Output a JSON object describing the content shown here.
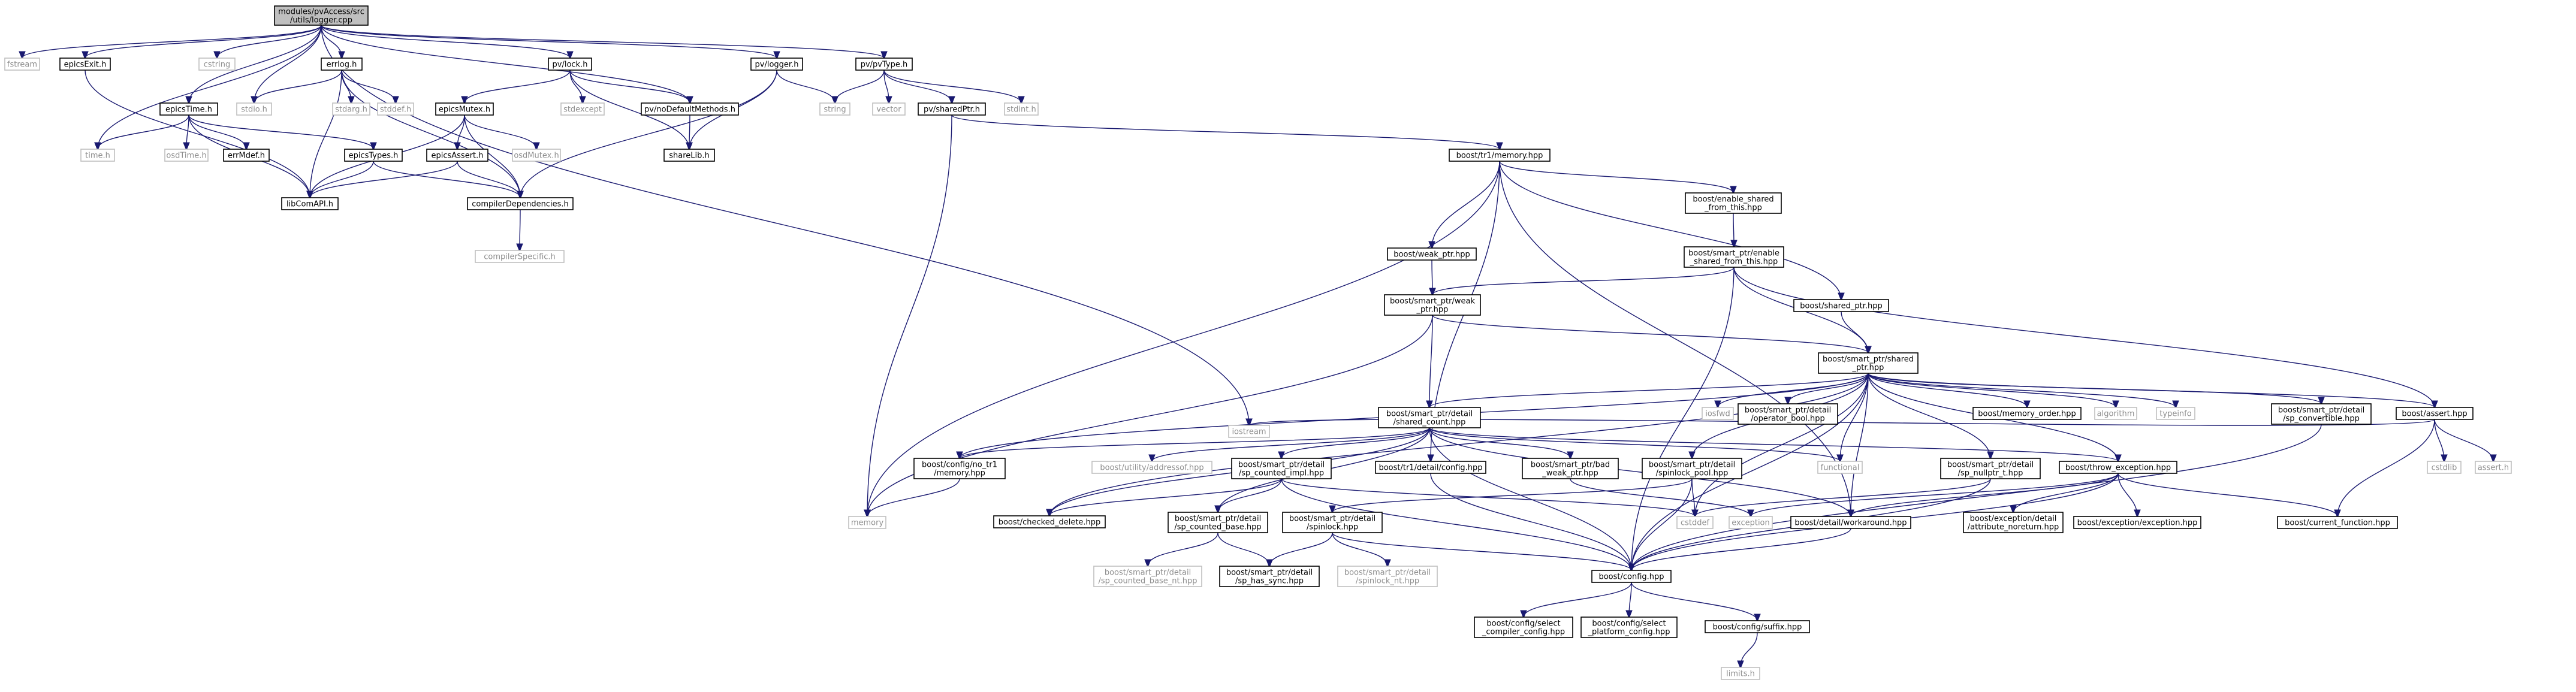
{
  "title_lines": [
    "modules/pvAccess/src",
    "/utils/logger.cpp"
  ],
  "colors": {
    "edge": "#191970",
    "node_border": "#000000",
    "system_border": "#bfbfbf",
    "root_fill": "#bfbfbf",
    "node_fill": "#ffffff",
    "text": "#000000",
    "system_text": "#8f8f8f"
  },
  "nodes": [
    {
      "id": "root",
      "lines": [
        "modules/pvAccess/src",
        "/utils/logger.cpp"
      ],
      "style": "root"
    },
    {
      "id": "fstream",
      "lines": [
        "fstream"
      ],
      "style": "system"
    },
    {
      "id": "epicsExit",
      "lines": [
        "epicsExit.h"
      ],
      "style": "normal"
    },
    {
      "id": "cstring",
      "lines": [
        "cstring"
      ],
      "style": "system"
    },
    {
      "id": "epicsTime",
      "lines": [
        "epicsTime.h"
      ],
      "style": "normal"
    },
    {
      "id": "stdio",
      "lines": [
        "stdio.h"
      ],
      "style": "system"
    },
    {
      "id": "errlog",
      "lines": [
        "errlog.h"
      ],
      "style": "normal"
    },
    {
      "id": "pvlock",
      "lines": [
        "pv/lock.h"
      ],
      "style": "normal"
    },
    {
      "id": "pvlogger",
      "lines": [
        "pv/logger.h"
      ],
      "style": "normal"
    },
    {
      "id": "pvType",
      "lines": [
        "pv/pvType.h"
      ],
      "style": "normal"
    },
    {
      "id": "iostream",
      "lines": [
        "iostream"
      ],
      "style": "system"
    },
    {
      "id": "timeh",
      "lines": [
        "time.h"
      ],
      "style": "system"
    },
    {
      "id": "osdTime",
      "lines": [
        "osdTime.h"
      ],
      "style": "system"
    },
    {
      "id": "errMdef",
      "lines": [
        "errMdef.h"
      ],
      "style": "normal"
    },
    {
      "id": "epicsTypes",
      "lines": [
        "epicsTypes.h"
      ],
      "style": "normal"
    },
    {
      "id": "libComAPI",
      "lines": [
        "libComAPI.h"
      ],
      "style": "normal"
    },
    {
      "id": "stdarg",
      "lines": [
        "stdarg.h"
      ],
      "style": "system"
    },
    {
      "id": "stddef",
      "lines": [
        "stddef.h"
      ],
      "style": "system"
    },
    {
      "id": "compilerDependencies",
      "lines": [
        "compilerDependencies.h"
      ],
      "style": "normal"
    },
    {
      "id": "compilerSpecific",
      "lines": [
        "compilerSpecific.h"
      ],
      "style": "system"
    },
    {
      "id": "epicsMutex",
      "lines": [
        "epicsMutex.h"
      ],
      "style": "normal"
    },
    {
      "id": "epicsAssert",
      "lines": [
        "epicsAssert.h"
      ],
      "style": "normal"
    },
    {
      "id": "osdMutex",
      "lines": [
        "osdMutex.h"
      ],
      "style": "system"
    },
    {
      "id": "stdexcept",
      "lines": [
        "stdexcept"
      ],
      "style": "system"
    },
    {
      "id": "pvDefaultMethods",
      "lines": [
        "pv/noDefaultMethods.h"
      ],
      "style": "normal"
    },
    {
      "id": "sharelib",
      "lines": [
        "shareLib.h"
      ],
      "style": "normal"
    },
    {
      "id": "string",
      "lines": [
        "string"
      ],
      "style": "system"
    },
    {
      "id": "vector",
      "lines": [
        "vector"
      ],
      "style": "system"
    },
    {
      "id": "sharedPtr",
      "lines": [
        "pv/sharedPtr.h"
      ],
      "style": "normal"
    },
    {
      "id": "stdint",
      "lines": [
        "stdint.h"
      ],
      "style": "system"
    },
    {
      "id": "memory",
      "lines": [
        "memory"
      ],
      "style": "system"
    },
    {
      "id": "tr1memory",
      "lines": [
        "boost/tr1/memory.hpp"
      ],
      "style": "normal"
    },
    {
      "id": "weakptr",
      "lines": [
        "boost/weak_ptr.hpp"
      ],
      "style": "normal"
    },
    {
      "id": "enableShared",
      "lines": [
        "boost/enable_shared",
        "_from_this.hpp"
      ],
      "style": "normal"
    },
    {
      "id": "spEnableShared",
      "lines": [
        "boost/smart_ptr/enable",
        "_shared_from_this.hpp"
      ],
      "style": "normal"
    },
    {
      "id": "sharedptrhpp",
      "lines": [
        "boost/shared_ptr.hpp"
      ],
      "style": "normal"
    },
    {
      "id": "spWeakPtr",
      "lines": [
        "boost/smart_ptr/weak",
        "_ptr.hpp"
      ],
      "style": "normal"
    },
    {
      "id": "spSharedPtr",
      "lines": [
        "boost/smart_ptr/shared",
        "_ptr.hpp"
      ],
      "style": "normal"
    },
    {
      "id": "sharedCount",
      "lines": [
        "boost/smart_ptr/detail",
        "/shared_count.hpp"
      ],
      "style": "normal"
    },
    {
      "id": "iosfwd",
      "lines": [
        "iosfwd"
      ],
      "style": "system"
    },
    {
      "id": "operatorBool",
      "lines": [
        "boost/smart_ptr/detail",
        "/operator_bool.hpp"
      ],
      "style": "normal"
    },
    {
      "id": "memoryOrder",
      "lines": [
        "boost/memory_order.hpp"
      ],
      "style": "normal"
    },
    {
      "id": "algorithm",
      "lines": [
        "algorithm"
      ],
      "style": "system"
    },
    {
      "id": "typeinfo",
      "lines": [
        "typeinfo"
      ],
      "style": "system"
    },
    {
      "id": "spConvertible",
      "lines": [
        "boost/smart_ptr/detail",
        "/sp_convertible.hpp"
      ],
      "style": "normal"
    },
    {
      "id": "assertHpp",
      "lines": [
        "boost/assert.hpp"
      ],
      "style": "normal"
    },
    {
      "id": "cstdlib",
      "lines": [
        "cstdlib"
      ],
      "style": "system"
    },
    {
      "id": "asserth",
      "lines": [
        "assert.h"
      ],
      "style": "system"
    },
    {
      "id": "noTr1Memory",
      "lines": [
        "boost/config/no_tr1",
        "/memory.hpp"
      ],
      "style": "normal"
    },
    {
      "id": "addressof",
      "lines": [
        "boost/utility/addressof.hpp"
      ],
      "style": "system"
    },
    {
      "id": "spCountedImpl",
      "lines": [
        "boost/smart_ptr/detail",
        "/sp_counted_impl.hpp"
      ],
      "style": "normal"
    },
    {
      "id": "tr1DetailConfig",
      "lines": [
        "boost/tr1/detail/config.hpp"
      ],
      "style": "normal"
    },
    {
      "id": "badWeakPtr",
      "lines": [
        "boost/smart_ptr/bad",
        "_weak_ptr.hpp"
      ],
      "style": "normal"
    },
    {
      "id": "spinlockPool",
      "lines": [
        "boost/smart_ptr/detail",
        "/spinlock_pool.hpp"
      ],
      "style": "normal"
    },
    {
      "id": "functional",
      "lines": [
        "functional"
      ],
      "style": "system"
    },
    {
      "id": "spNullptr",
      "lines": [
        "boost/smart_ptr/detail",
        "/sp_nullptr_t.hpp"
      ],
      "style": "normal"
    },
    {
      "id": "throwException",
      "lines": [
        "boost/throw_exception.hpp"
      ],
      "style": "normal"
    },
    {
      "id": "checkedDelete",
      "lines": [
        "boost/checked_delete.hpp"
      ],
      "style": "normal"
    },
    {
      "id": "spCountedBase",
      "lines": [
        "boost/smart_ptr/detail",
        "/sp_counted_base.hpp"
      ],
      "style": "normal"
    },
    {
      "id": "spinlock",
      "lines": [
        "boost/smart_ptr/detail",
        "/spinlock.hpp"
      ],
      "style": "normal"
    },
    {
      "id": "cstddef",
      "lines": [
        "cstddef"
      ],
      "style": "system"
    },
    {
      "id": "exception",
      "lines": [
        "exception"
      ],
      "style": "system"
    },
    {
      "id": "workaround",
      "lines": [
        "boost/detail/workaround.hpp"
      ],
      "style": "normal"
    },
    {
      "id": "attrNoreturn",
      "lines": [
        "boost/exception/detail",
        "/attribute_noreturn.hpp"
      ],
      "style": "normal"
    },
    {
      "id": "exceptionHpp",
      "lines": [
        "boost/exception/exception.hpp"
      ],
      "style": "normal"
    },
    {
      "id": "currentFunction",
      "lines": [
        "boost/current_function.hpp"
      ],
      "style": "normal"
    },
    {
      "id": "spCountedBaseNt",
      "lines": [
        "boost/smart_ptr/detail",
        "/sp_counted_base_nt.hpp"
      ],
      "style": "system"
    },
    {
      "id": "spHasSync",
      "lines": [
        "boost/smart_ptr/detail",
        "/sp_has_sync.hpp"
      ],
      "style": "normal"
    },
    {
      "id": "spinlockNt",
      "lines": [
        "boost/smart_ptr/detail",
        "/spinlock_nt.hpp"
      ],
      "style": "system"
    },
    {
      "id": "configHpp",
      "lines": [
        "boost/config.hpp"
      ],
      "style": "normal"
    },
    {
      "id": "selectCompiler",
      "lines": [
        "boost/config/select",
        "_compiler_config.hpp"
      ],
      "style": "normal"
    },
    {
      "id": "selectPlatform",
      "lines": [
        "boost/config/select",
        "_platform_config.hpp"
      ],
      "style": "normal"
    },
    {
      "id": "suffix",
      "lines": [
        "boost/config/suffix.hpp"
      ],
      "style": "normal"
    },
    {
      "id": "limits",
      "lines": [
        "limits.h"
      ],
      "style": "system"
    }
  ]
}
